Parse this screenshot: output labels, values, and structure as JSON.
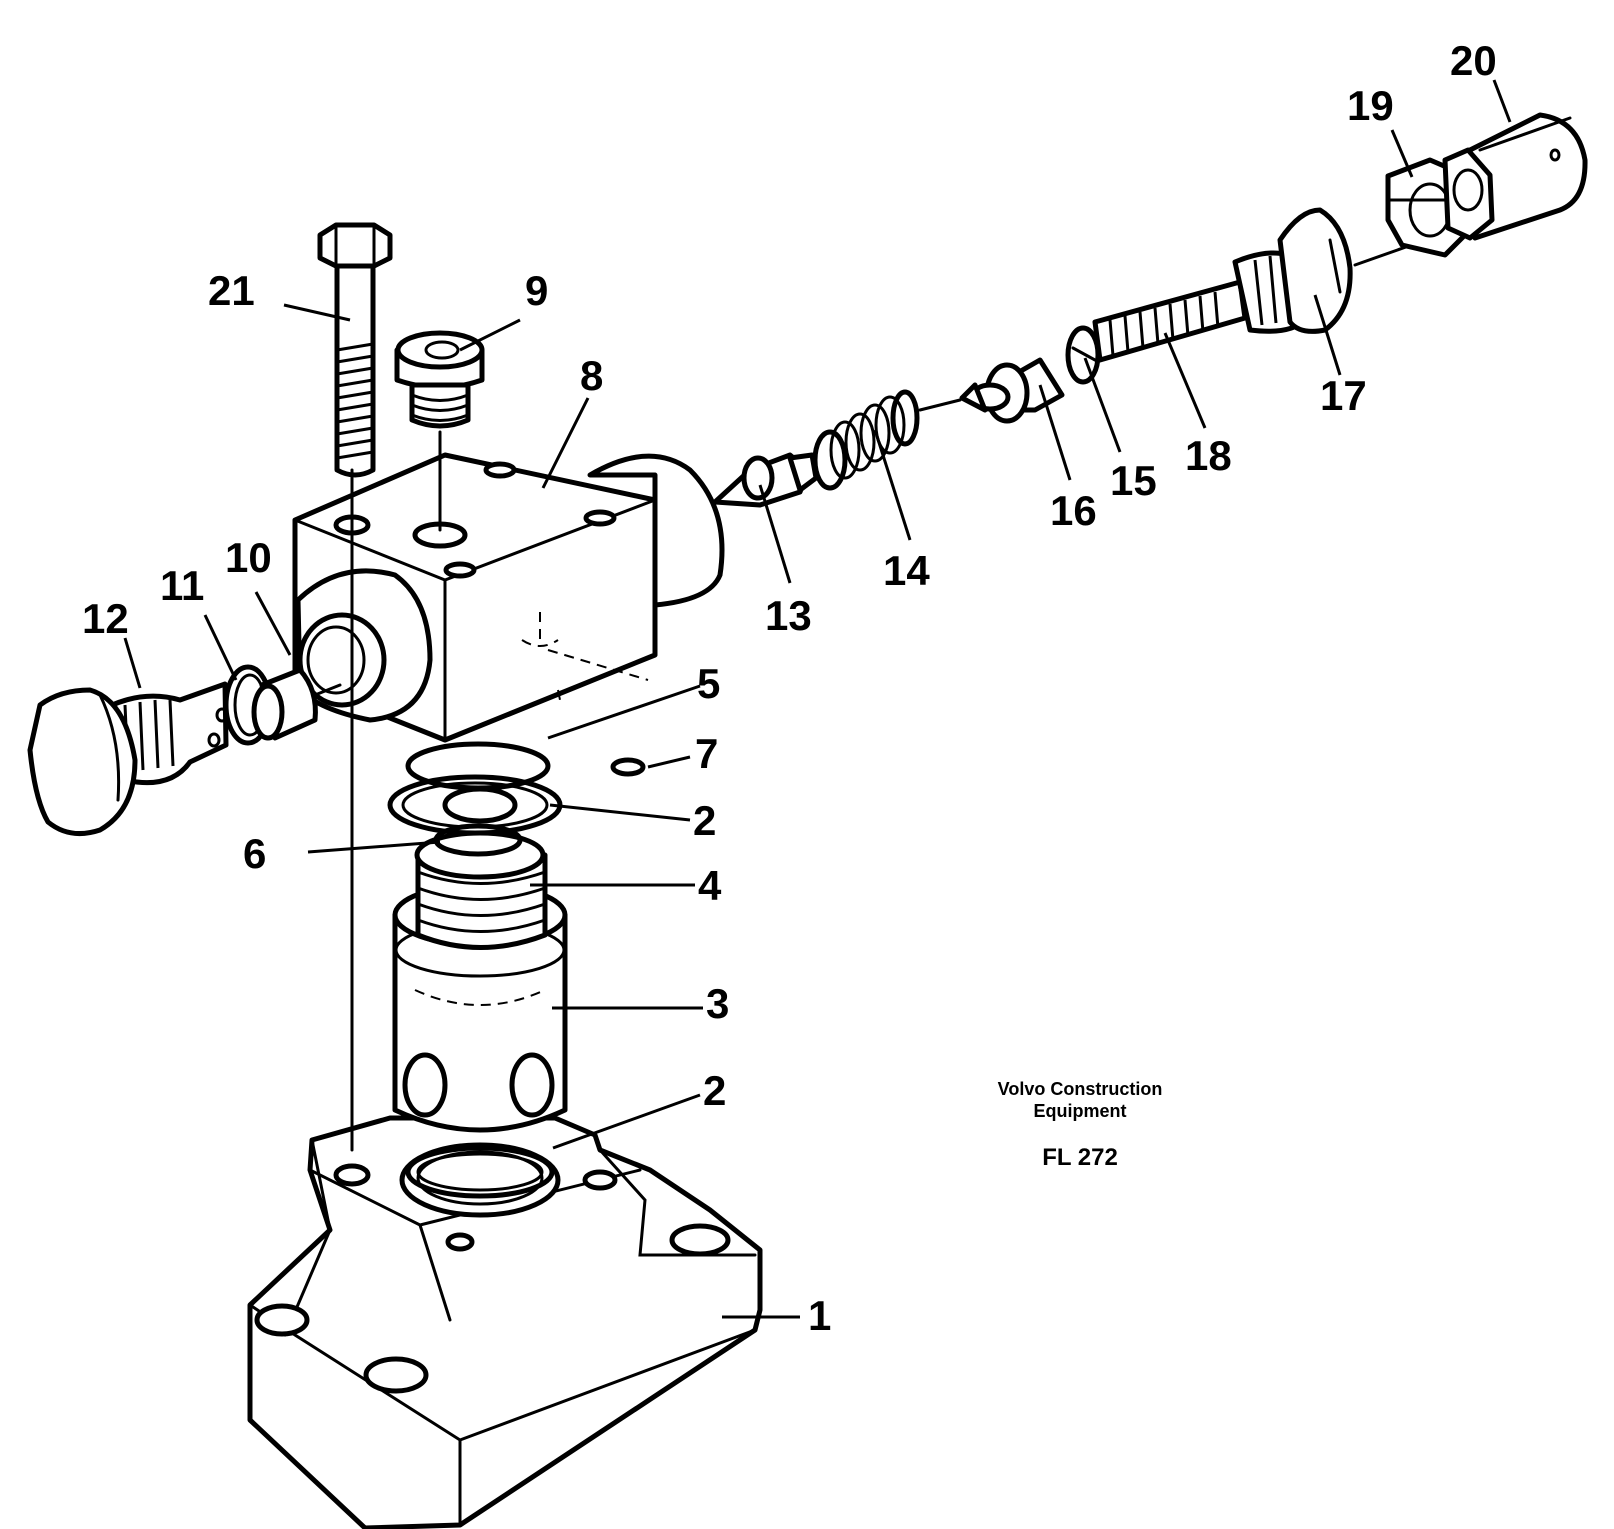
{
  "callouts": {
    "c1": "1",
    "c2a": "2",
    "c2b": "2",
    "c3": "3",
    "c4": "4",
    "c5": "5",
    "c6": "6",
    "c7": "7",
    "c8": "8",
    "c9": "9",
    "c10": "10",
    "c11": "11",
    "c12": "12",
    "c13": "13",
    "c14": "14",
    "c15": "15",
    "c16": "16",
    "c17": "17",
    "c18": "18",
    "c19": "19",
    "c20": "20",
    "c21": "21"
  },
  "caption": {
    "line1": "Volvo Construction",
    "line2": "Equipment",
    "code": "FL 272"
  }
}
